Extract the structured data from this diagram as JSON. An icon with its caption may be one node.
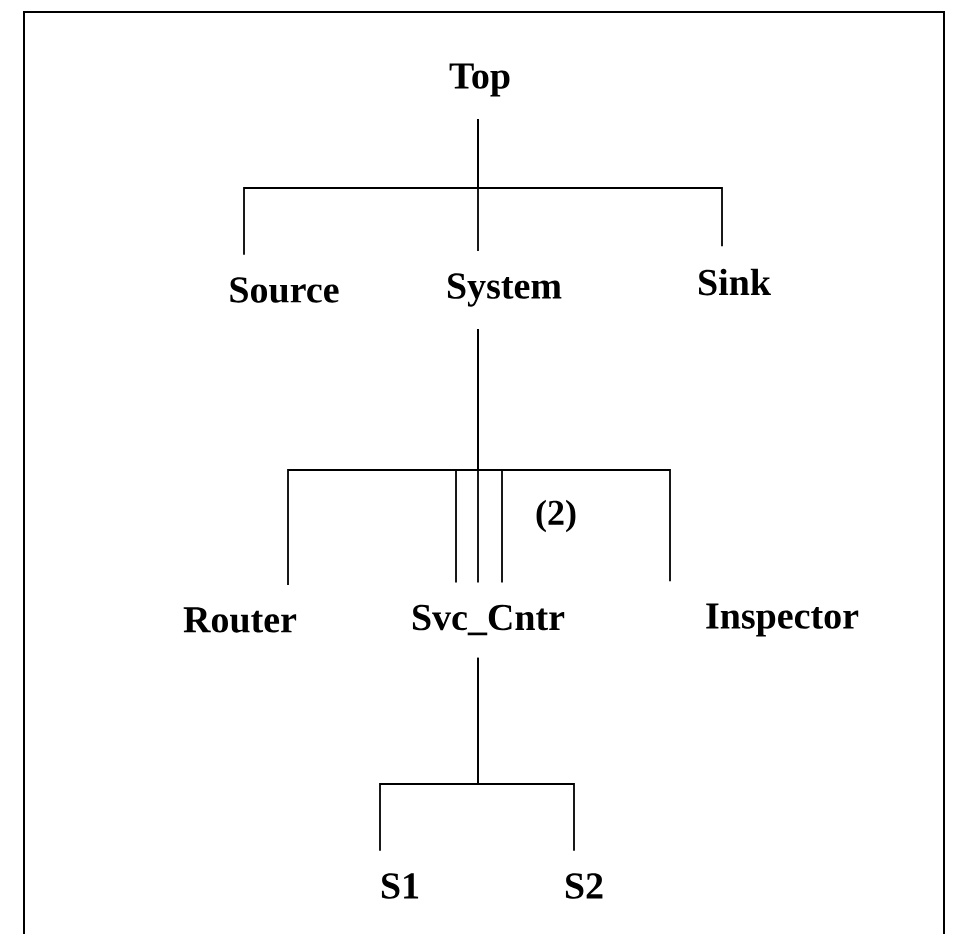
{
  "diagram": {
    "nodes": [
      {
        "text": [
          "Top"
        ]
      },
      {
        "text": [
          "Source"
        ]
      },
      {
        "text": [
          "System"
        ]
      },
      {
        "text": [
          "Sink"
        ]
      },
      {
        "text": [
          "Router"
        ]
      },
      {
        "text": [
          "Svc_Cntr"
        ]
      },
      {
        "text": [
          "Inspector"
        ]
      },
      {
        "text": [
          "S1"
        ]
      },
      {
        "text": [
          "S2"
        ]
      }
    ],
    "edges": [
      {
        "from": 0,
        "to": 1,
        "arrow": "none"
      },
      {
        "from": 0,
        "to": 2,
        "arrow": "none"
      },
      {
        "from": 0,
        "to": 3,
        "arrow": "none"
      },
      {
        "from": 2,
        "to": 4,
        "arrow": "none"
      },
      {
        "from": 2,
        "to": 5,
        "arrow": "none",
        "label": "(2)"
      },
      {
        "from": 2,
        "to": 6,
        "arrow": "none"
      },
      {
        "from": 5,
        "to": 7,
        "arrow": "none"
      },
      {
        "from": 5,
        "to": 8,
        "arrow": "none"
      }
    ]
  }
}
